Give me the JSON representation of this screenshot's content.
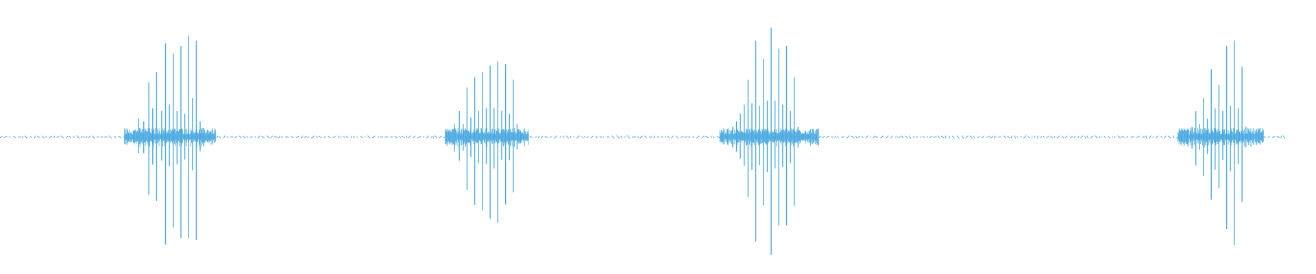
{
  "waveform": {
    "color": "#4aa9e0",
    "background": "#ffffff",
    "duration": 1.0,
    "bursts": [
      {
        "start": 0.097,
        "end": 0.168,
        "peaks": [
          {
            "t": 0.1,
            "a": 0.03
          },
          {
            "t": 0.104,
            "a": 0.05
          },
          {
            "t": 0.108,
            "a": 0.14
          },
          {
            "t": 0.112,
            "a": 0.12
          },
          {
            "t": 0.116,
            "a": 0.42
          },
          {
            "t": 0.119,
            "a": 0.22
          },
          {
            "t": 0.122,
            "a": 0.5
          },
          {
            "t": 0.126,
            "a": 0.2
          },
          {
            "t": 0.129,
            "a": 0.72
          },
          {
            "t": 0.132,
            "a": 0.25
          },
          {
            "t": 0.135,
            "a": 0.64
          },
          {
            "t": 0.138,
            "a": 0.2
          },
          {
            "t": 0.141,
            "a": 0.7
          },
          {
            "t": 0.144,
            "a": 0.18
          },
          {
            "t": 0.147,
            "a": 0.78
          },
          {
            "t": 0.15,
            "a": 0.3
          },
          {
            "t": 0.153,
            "a": 0.74
          },
          {
            "t": 0.156,
            "a": 0.12
          },
          {
            "t": 0.159,
            "a": 0.04
          },
          {
            "t": 0.163,
            "a": 0.02
          }
        ]
      },
      {
        "start": 0.347,
        "end": 0.412,
        "peaks": [
          {
            "t": 0.35,
            "a": 0.04
          },
          {
            "t": 0.354,
            "a": 0.1
          },
          {
            "t": 0.358,
            "a": 0.2
          },
          {
            "t": 0.361,
            "a": 0.1
          },
          {
            "t": 0.364,
            "a": 0.38
          },
          {
            "t": 0.367,
            "a": 0.15
          },
          {
            "t": 0.37,
            "a": 0.46
          },
          {
            "t": 0.373,
            "a": 0.2
          },
          {
            "t": 0.376,
            "a": 0.5
          },
          {
            "t": 0.379,
            "a": 0.22
          },
          {
            "t": 0.382,
            "a": 0.55
          },
          {
            "t": 0.385,
            "a": 0.22
          },
          {
            "t": 0.388,
            "a": 0.58
          },
          {
            "t": 0.391,
            "a": 0.2
          },
          {
            "t": 0.394,
            "a": 0.56
          },
          {
            "t": 0.397,
            "a": 0.18
          },
          {
            "t": 0.4,
            "a": 0.44
          },
          {
            "t": 0.403,
            "a": 0.1
          },
          {
            "t": 0.406,
            "a": 0.03
          }
        ]
      },
      {
        "start": 0.561,
        "end": 0.638,
        "peaks": [
          {
            "t": 0.563,
            "a": 0.03
          },
          {
            "t": 0.567,
            "a": 0.05
          },
          {
            "t": 0.571,
            "a": 0.08
          },
          {
            "t": 0.574,
            "a": 0.12
          },
          {
            "t": 0.577,
            "a": 0.18
          },
          {
            "t": 0.58,
            "a": 0.25
          },
          {
            "t": 0.583,
            "a": 0.44
          },
          {
            "t": 0.586,
            "a": 0.26
          },
          {
            "t": 0.589,
            "a": 0.74
          },
          {
            "t": 0.592,
            "a": 0.24
          },
          {
            "t": 0.595,
            "a": 0.6
          },
          {
            "t": 0.598,
            "a": 0.28
          },
          {
            "t": 0.601,
            "a": 0.84
          },
          {
            "t": 0.604,
            "a": 0.28
          },
          {
            "t": 0.607,
            "a": 0.68
          },
          {
            "t": 0.61,
            "a": 0.25
          },
          {
            "t": 0.613,
            "a": 0.7
          },
          {
            "t": 0.616,
            "a": 0.2
          },
          {
            "t": 0.619,
            "a": 0.46
          },
          {
            "t": 0.622,
            "a": 0.08
          },
          {
            "t": 0.626,
            "a": 0.03
          },
          {
            "t": 0.63,
            "a": 0.02
          }
        ]
      },
      {
        "start": 0.918,
        "end": 0.985,
        "peaks": [
          {
            "t": 0.921,
            "a": 0.03
          },
          {
            "t": 0.925,
            "a": 0.05
          },
          {
            "t": 0.929,
            "a": 0.08
          },
          {
            "t": 0.932,
            "a": 0.2
          },
          {
            "t": 0.935,
            "a": 0.1
          },
          {
            "t": 0.938,
            "a": 0.3
          },
          {
            "t": 0.941,
            "a": 0.14
          },
          {
            "t": 0.944,
            "a": 0.52
          },
          {
            "t": 0.947,
            "a": 0.22
          },
          {
            "t": 0.95,
            "a": 0.4
          },
          {
            "t": 0.953,
            "a": 0.2
          },
          {
            "t": 0.956,
            "a": 0.7
          },
          {
            "t": 0.959,
            "a": 0.24
          },
          {
            "t": 0.962,
            "a": 0.74
          },
          {
            "t": 0.965,
            "a": 0.22
          },
          {
            "t": 0.968,
            "a": 0.54
          },
          {
            "t": 0.971,
            "a": 0.08
          },
          {
            "t": 0.974,
            "a": 0.03
          }
        ]
      }
    ],
    "baseline_noise": 0.012
  }
}
